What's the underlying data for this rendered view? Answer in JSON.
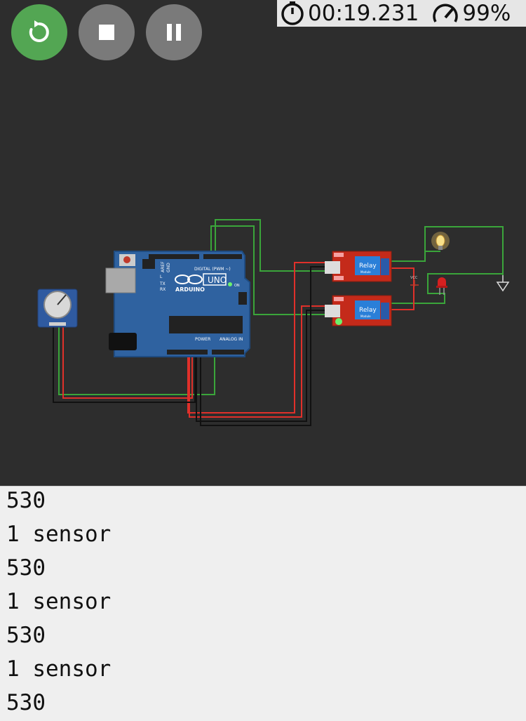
{
  "toolbar": {
    "timer": "00:19.231",
    "speed": "99%"
  },
  "board": {
    "model": "UNO",
    "brand": "ARDUINO",
    "digital_label": "DIGITAL (PWM ~)",
    "power_label": "POWER",
    "analog_label": "ANALOG IN",
    "l_label": "L",
    "tx_label": "TX",
    "rx_label": "RX",
    "on_label": "ON",
    "aref_label": "AREF",
    "gnd_label": "GND"
  },
  "relays": [
    {
      "label": "Relay",
      "sub": "Module"
    },
    {
      "label": "Relay",
      "sub": "Module"
    }
  ],
  "vcc_label": "VCC",
  "serial": {
    "lines": [
      "530",
      "1 sensor",
      "530",
      "1 sensor",
      "530",
      "1 sensor",
      "530"
    ]
  }
}
